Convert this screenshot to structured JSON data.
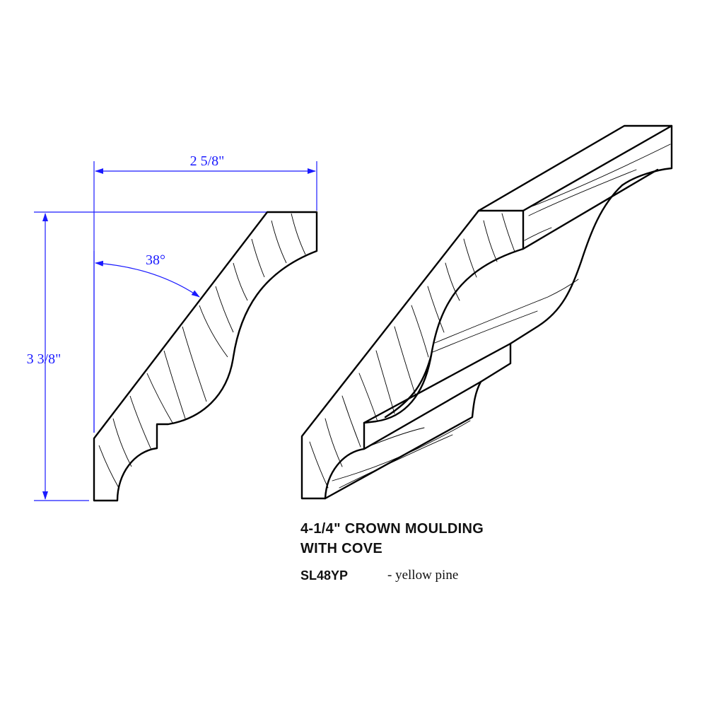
{
  "colors": {
    "dimension": "#1a1aff",
    "outline": "#000000",
    "background": "#ffffff"
  },
  "dimensions": {
    "width_label": "2 5/8\"",
    "height_label": "3 3/8\"",
    "angle_label": "38°"
  },
  "caption": {
    "title_line1": "4-1/4\" CROWN MOULDING",
    "title_line2": "WITH COVE",
    "sku": "SL48YP",
    "material": "- yellow pine"
  }
}
